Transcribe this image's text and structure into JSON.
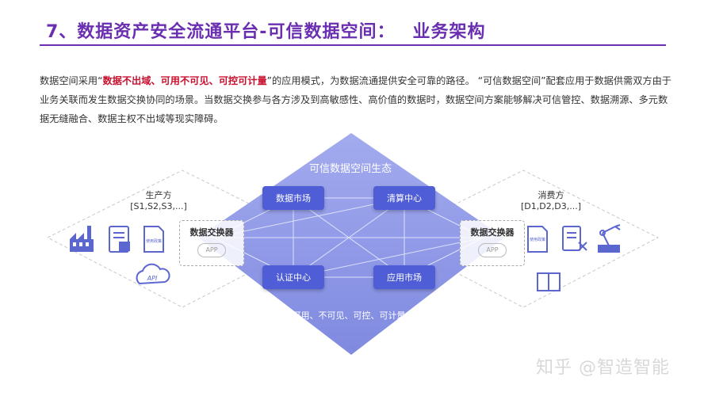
{
  "title": {
    "main": "7、数据资产安全流通平台-可信数据空间：",
    "sub": "业务架构"
  },
  "paragraph": {
    "p1": "数据空间采用“",
    "highlight": "数据不出域、可用不可见、可控可计量",
    "p2": "”的应用模式，为数据流通提供安全可靠的路径。 “可信数据空间”配套应用于数据供需双方由于业务关联而发生数据交换协同的场景。当数据交换参与各方涉及到高敏感性、高价值的数据时，数据空间方案能够解决可信管控、数据溯源、多元数据无缝融合、数据主权不出域等现实障碍。"
  },
  "diagram": {
    "ecosystem": "可信数据空间生态",
    "nodes": [
      "数据市场",
      "清算中心",
      "认证中心",
      "应用市场"
    ],
    "bottom_text": "可用、不可见、可控、可计量",
    "producer": {
      "name": "生产方",
      "list": "[S1,S2,S3,...]"
    },
    "consumer": {
      "name": "消费方",
      "list": "[D1,D2,D3,...]"
    },
    "exchanger": "数据交换器",
    "app_badge": "APP",
    "api_label": "API",
    "policy_label": "使用政策"
  },
  "watermark": "知乎 @智造智能",
  "colors": {
    "title": "#6a2fb0",
    "diamond": "#8a95e6",
    "box": "#4f5ed6",
    "highlight": "#c8102e"
  }
}
